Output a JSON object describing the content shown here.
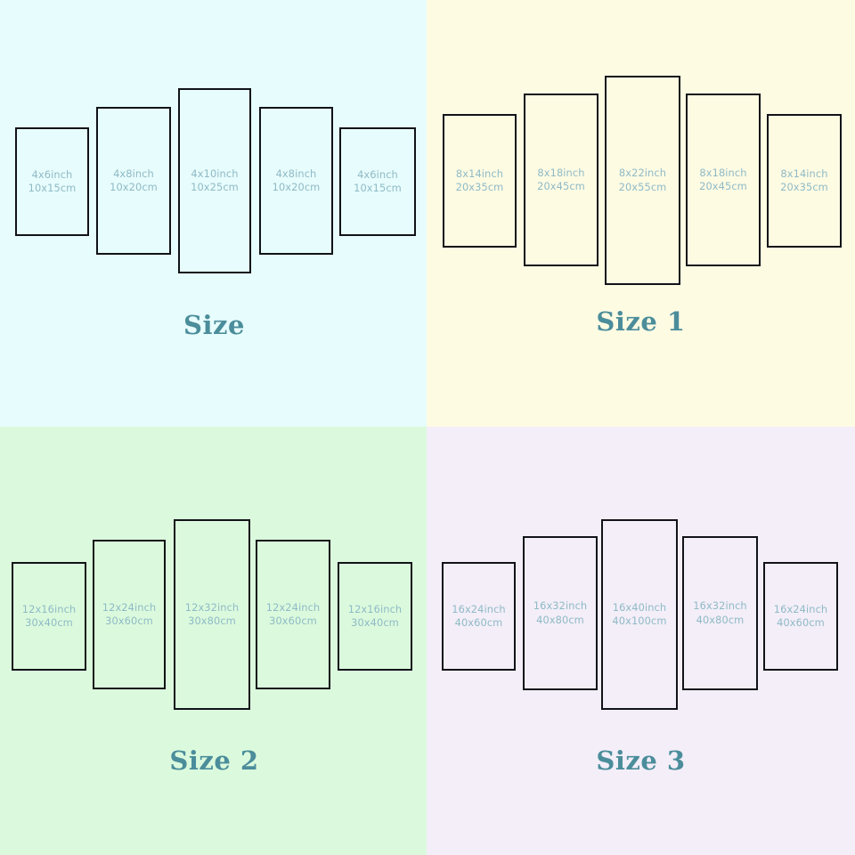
{
  "image": {
    "kind": "product-size-chart",
    "layout": "2x2-quadrant-grid",
    "panel_count_per_group": 5
  },
  "palette": {
    "text_teal": "#8fbac6",
    "title_teal": "#4b8d9b",
    "frame_stroke": "#111318",
    "bg_top_left": "#e7fcfc",
    "bg_top_right": "#fefbe3",
    "bg_bottom_left": "#dbfadd",
    "bg_bottom_right": "#f3eef8"
  },
  "quadrants": [
    {
      "id": "size",
      "title": "Size",
      "background": "#e7fcfc",
      "panels": [
        {
          "inch": "4x6inch",
          "cm": "10x15cm"
        },
        {
          "inch": "4x8inch",
          "cm": "10x20cm"
        },
        {
          "inch": "4x10inch",
          "cm": "10x25cm"
        },
        {
          "inch": "4x8inch",
          "cm": "10x20cm"
        },
        {
          "inch": "4x6inch",
          "cm": "10x15cm"
        }
      ]
    },
    {
      "id": "size-1",
      "title": "Size 1",
      "background": "#fefbe3",
      "panels": [
        {
          "inch": "8x14inch",
          "cm": "20x35cm"
        },
        {
          "inch": "8x18inch",
          "cm": "20x45cm"
        },
        {
          "inch": "8x22inch",
          "cm": "20x55cm"
        },
        {
          "inch": "8x18inch",
          "cm": "20x45cm"
        },
        {
          "inch": "8x14inch",
          "cm": "20x35cm"
        }
      ]
    },
    {
      "id": "size-2",
      "title": "Size 2",
      "background": "#dbfadd",
      "panels": [
        {
          "inch": "12x16inch",
          "cm": "30x40cm"
        },
        {
          "inch": "12x24inch",
          "cm": "30x60cm"
        },
        {
          "inch": "12x32inch",
          "cm": "30x80cm"
        },
        {
          "inch": "12x24inch",
          "cm": "30x60cm"
        },
        {
          "inch": "12x16inch",
          "cm": "30x40cm"
        }
      ]
    },
    {
      "id": "size-3",
      "title": "Size 3",
      "background": "#f3eef8",
      "panels": [
        {
          "inch": "16x24inch",
          "cm": "40x60cm"
        },
        {
          "inch": "16x32inch",
          "cm": "40x80cm"
        },
        {
          "inch": "16x40inch",
          "cm": "40x100cm"
        },
        {
          "inch": "16x32inch",
          "cm": "40x80cm"
        },
        {
          "inch": "16x24inch",
          "cm": "40x60cm"
        }
      ]
    }
  ]
}
